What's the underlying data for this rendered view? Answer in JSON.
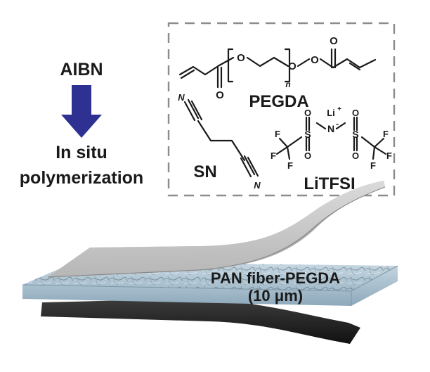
{
  "initiator": {
    "name": "AIBN",
    "process_line1": "In situ",
    "process_line2": "polymerization"
  },
  "molecules": {
    "pegda": "PEGDA",
    "pegda_subscript": "n",
    "sn": "SN",
    "litfsi": "LiTFSI"
  },
  "atoms": {
    "oxygen": "O",
    "nitrogen": "N",
    "sulfur": "S",
    "fluorine": "F",
    "lithium": "Li",
    "plus": "+",
    "minus": "-"
  },
  "membrane": {
    "label_line1": "PAN fiber-PEGDA",
    "label_line2": "(10 μm)"
  },
  "colors": {
    "arrow": "#2e3191",
    "box_border": "#8c8c8c",
    "text": "#1a1a1a",
    "electrode_top": "#c9c9c9",
    "membrane": "#a9c0d0",
    "electrode_bottom": "#2a2a2a"
  }
}
